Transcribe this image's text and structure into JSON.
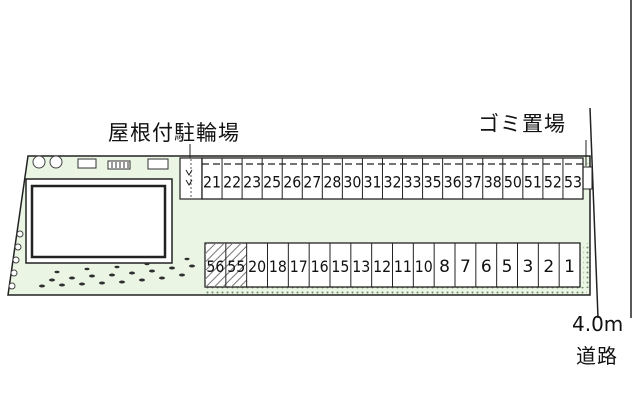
{
  "labels": {
    "bicycle_parking": "屋根付駐輪場",
    "garbage_area": "ゴミ置場",
    "road_width": "4.0m",
    "road_name": "道路"
  },
  "upper_row": [
    "21",
    "22",
    "23",
    "25",
    "26",
    "27",
    "28",
    "30",
    "31",
    "32",
    "33",
    "35",
    "36",
    "37",
    "38",
    "50",
    "51",
    "52",
    "53"
  ],
  "lower_row": [
    "56",
    "55",
    "20",
    "18",
    "17",
    "16",
    "15",
    "13",
    "12",
    "11",
    "10",
    "8",
    "7",
    "6",
    "5",
    "3",
    "2",
    "1"
  ],
  "hatched_spaces": [
    "56",
    "55"
  ],
  "colors": {
    "lot_fill": "#eaf5e4",
    "line": "#222222",
    "hedge": "#7a9b70"
  }
}
